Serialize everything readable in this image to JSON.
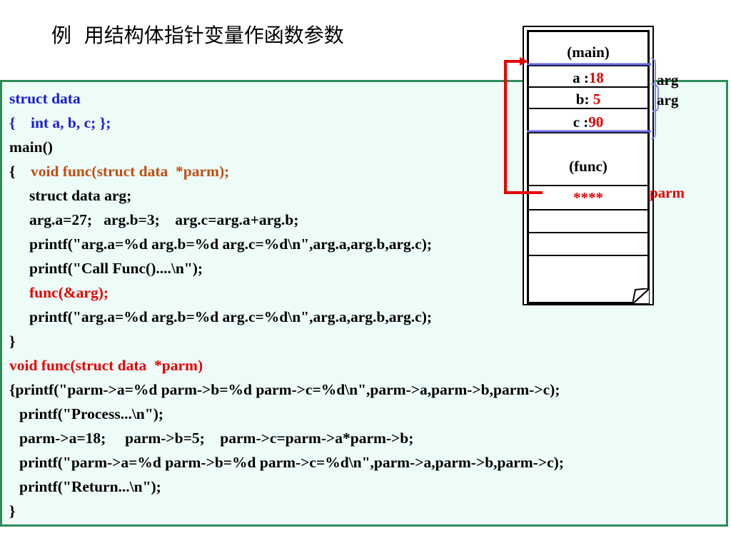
{
  "title": "例  用结构体指针变量作函数参数",
  "colors": {
    "code_background": "#eefcf8",
    "code_border": "#2e8b57",
    "keyword_blue": "#1a1ad6",
    "value_red": "#e60000",
    "func_brown": "#c24e14",
    "pointer_red": "#e60000",
    "bracket_blue": "#6a6ae6"
  },
  "code": {
    "l1": "struct data",
    "l2": "{    int a, b, c; };",
    "l3": "main()",
    "l4_brace": "{    ",
    "l4_decl": "void func(struct data  *parm);",
    "l5": "struct data arg;",
    "l6": "arg.a=27;   arg.b=3;    arg.c=arg.a+arg.b;",
    "l7": "printf(\"arg.a=%d arg.b=%d arg.c=%d\\n\",arg.a,arg.b,arg.c);",
    "l8": "printf(\"Call Func()....\\n\");",
    "l9": "func(&arg);",
    "l10": "printf(\"arg.a=%d arg.b=%d arg.c=%d\\n\",arg.a,arg.b,arg.c);",
    "l11": "}",
    "l12": "void func(struct data  *parm)",
    "l13": "{printf(\"parm->a=%d parm->b=%d parm->c=%d\\n\",parm->a,parm->b,parm->c);",
    "l14": "printf(\"Process...\\n\");",
    "l15": "parm->a=18;     parm->b=5;    parm->c=parm->a*parm->b;",
    "l16": "printf(\"parm->a=%d parm->b=%d parm->c=%d\\n\",parm->a,parm->b,parm->c);",
    "l17": "printf(\"Return...\\n\");",
    "l18": "}"
  },
  "memory": {
    "main_label": "(main)",
    "a_label": "a :",
    "a_value": "18",
    "b_label": "b: ",
    "b_value": "5",
    "c_label": "c :",
    "c_value": "90",
    "func_label": "(func)",
    "parm_value": "****",
    "arg_label_1": "arg",
    "arg_label_2": "arg",
    "parm_label": "parm"
  }
}
